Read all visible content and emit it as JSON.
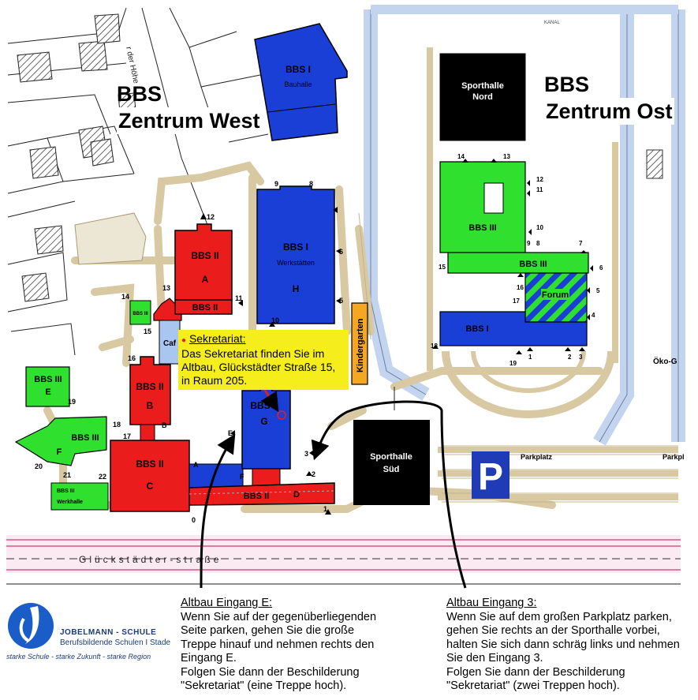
{
  "titles": {
    "west_line1": "BBS",
    "west_line2": "Zentrum West",
    "east_line1": "BBS",
    "east_line2": "Zentrum Ost"
  },
  "street_upper": "r der Höhe",
  "street_main": "Glückstädter-straße",
  "canal": "KANAL",
  "parking_label": "Parkplatz",
  "parking_label_right": "Parkpl",
  "parking_sign": "P",
  "oeko": "Öko-G",
  "buildings": {
    "bauhalle_name": "BBS I",
    "bauhalle_sub": "Bauhalle",
    "werkstaetten_name": "BBS I",
    "werkstaetten_sub": "Werkstätten",
    "werkstaetten_letter": "H",
    "a_name": "BBS II",
    "a_letter": "A",
    "a2_name": "BBS II",
    "b_name": "BBS II",
    "b_letter": "B",
    "c_name": "BBS II",
    "c_letter": "C",
    "d_name": "BBS II",
    "d_letter": "D",
    "g_name": "BBS",
    "g_letter": "G",
    "e_name": "BBS III",
    "e_letter": "E",
    "f_name": "BBS III",
    "f_letter": "F",
    "small_name": "BBS III",
    "werkhalle_name": "BBS III",
    "werkhalle_sub": "Werkhalle",
    "cafe": "Caf",
    "kindergarten": "Kindergarten",
    "sporthalle_nord_1": "Sporthalle",
    "sporthalle_nord_2": "Nord",
    "sporthalle_sued_1": "Sporthalle",
    "sporthalle_sued_2": "Süd",
    "bbs3_east_1": "BBS III",
    "bbs3_east_2": "BBS III",
    "forum": "Forum",
    "bbs1_east": "BBS I"
  },
  "entrances": {
    "e12": "12",
    "e13": "13",
    "e14": "14",
    "e15": "15",
    "e16": "16",
    "e17": "17",
    "e18": "18",
    "e19": "19",
    "e20": "20",
    "e21": "21",
    "e22": "22",
    "e11": "11",
    "e10": "10",
    "e9": "9",
    "e8": "8",
    "e6": "6",
    "e5": "5",
    "e3": "3",
    "e2": "2",
    "e1": "1",
    "e0": "0",
    "eE": "E",
    "eF": "F",
    "eA": "A",
    "eB": "B",
    "ost14": "14",
    "ost13": "13",
    "ost12": "12",
    "ost11": "11",
    "ost10": "10",
    "ost9": "9",
    "ost8": "8",
    "ost7": "7",
    "ost6": "6",
    "ost5": "5",
    "ost4": "4",
    "ost15": "15",
    "ost16": "16",
    "ost17": "17",
    "ost18": "18",
    "ost19": "19",
    "ost1": "1",
    "ost2": "2",
    "ost3": "3"
  },
  "sekretariat": {
    "title": "Sekretariat:",
    "line1": "Das Sekretariat finden Sie im",
    "line2": "Altbau, Glückstädter Straße 15,",
    "line3": "in Raum 205."
  },
  "instructions_e": {
    "heading": "Altbau Eingang E:",
    "l1": "Wenn Sie auf der gegenüberliegenden",
    "l2": "Seite parken, gehen Sie die große",
    "l3": "Treppe hinauf und nehmen rechts den",
    "l4": "Eingang E.",
    "l5": "Folgen Sie dann der Beschilderung",
    "l6": "\"Sekretariat\" (eine Treppe hoch)."
  },
  "instructions_3": {
    "heading": "Altbau Eingang 3:",
    "l1": "Wenn Sie auf dem großen Parkplatz parken,",
    "l2": "gehen Sie rechts an der Sporthalle vorbei,",
    "l3": "halten Sie sich dann schräg links und nehmen",
    "l4": "Sie den Eingang 3.",
    "l5": "Folgen Sie dann der Beschilderung",
    "l6": "\"Sekretariat\" (zwei Treppen hoch)."
  },
  "logo": {
    "line1": "JOBELMANN - SCHULE",
    "line2": "Berufsbildende Schulen I Stade",
    "slogan": "starke Schule - starke Zukunft - starke Region"
  },
  "colors": {
    "bbs1_blue": "#1a3fd6",
    "bbs2_red": "#ea1c1c",
    "bbs3_green": "#2fe02f",
    "sport_black": "#000000",
    "kindergarten_orange": "#f5a623",
    "note_yellow": "#f5ee1c",
    "road_tan": "#d8c9a3",
    "canal_blue": "#c3d4ee",
    "parking_blue": "#1f3bb5"
  }
}
